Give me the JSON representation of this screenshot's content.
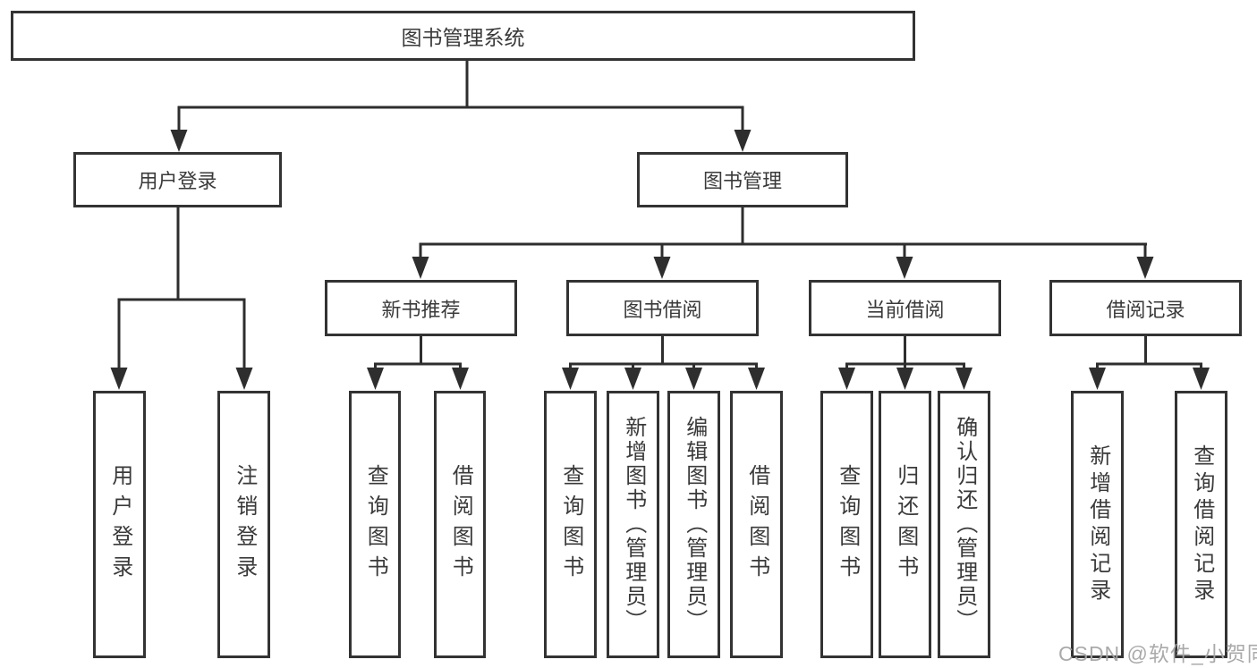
{
  "colors": {
    "line": "#2e2e2e",
    "box_border": "#333333",
    "text": "#3a3a3a",
    "background": "#ffffff",
    "watermark": "#a5a5a5"
  },
  "root": {
    "label": "图书管理系统"
  },
  "branches": [
    {
      "label": "用户登录",
      "children": [
        "用户登录",
        "注销登录"
      ]
    },
    {
      "label": "图书管理",
      "sections": [
        {
          "label": "新书推荐",
          "children": [
            "查询图书",
            "借阅图书"
          ]
        },
        {
          "label": "图书借阅",
          "children": [
            "查询图书",
            "新增图书（管理员）",
            "编辑图书（管理员）",
            "借阅图书"
          ]
        },
        {
          "label": "当前借阅",
          "children": [
            "查询图书",
            "归还图书",
            "确认归还（管理员）"
          ]
        },
        {
          "label": "借阅记录",
          "children": [
            "新增借阅记录",
            "查询借阅记录"
          ]
        }
      ]
    }
  ],
  "watermark": "CSDN @软件_小贺同学"
}
